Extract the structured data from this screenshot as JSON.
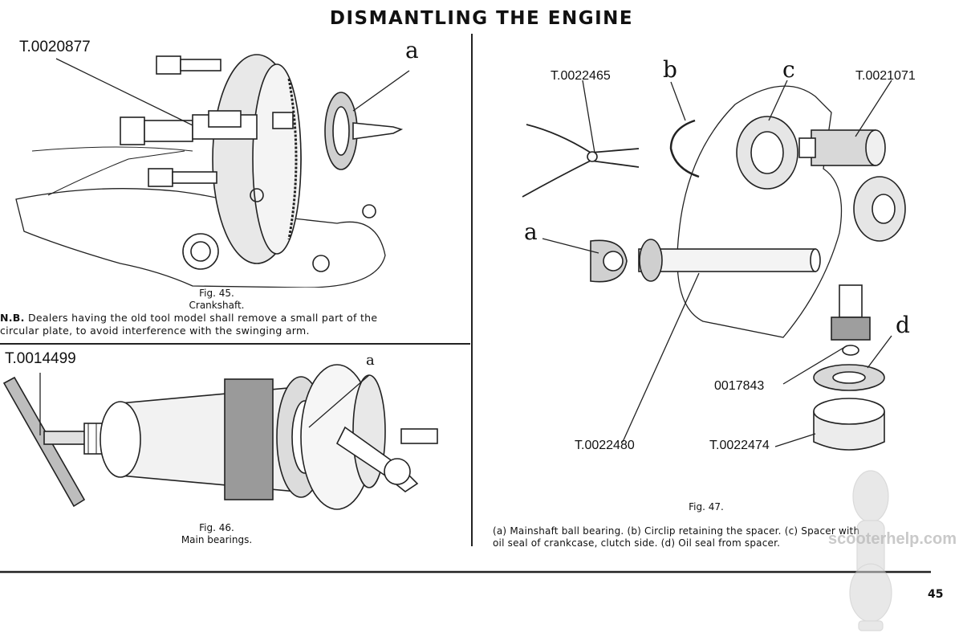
{
  "title": "DISMANTLING THE ENGINE",
  "fig45": {
    "tool_number": "T.0020877",
    "callout_a": "a",
    "caption_number": "Fig. 45.",
    "caption_label": "Crankshaft.",
    "note_lead": "N.B.",
    "note_text_line1": "Dealers having the old tool model shall remove a small part of the",
    "note_text_line2": "circular plate, to avoid interference with the swinging arm."
  },
  "fig46": {
    "tool_number": "T.0014499",
    "callout_a": "a",
    "caption_number": "Fig. 46.",
    "caption_label": "Main bearings."
  },
  "fig47": {
    "pliers_tool": "T.0022465",
    "callout_b": "b",
    "callout_c": "c",
    "drift_tool": "T.0021071",
    "callout_a": "a",
    "callout_d": "d",
    "seal_part": "0017843",
    "shaft_tool": "T.0022480",
    "ring_tool": "T.0022474",
    "caption_number": "Fig. 47.",
    "legend_line1": "(a) Mainshaft ball bearing.  (b) Circlip retaining the spacer.  (c) Spacer with",
    "legend_line2": "oil seal of crankcase, clutch side.  (d) Oil seal from spacer."
  },
  "watermark": "scooterhelp.com",
  "page_number": "45"
}
